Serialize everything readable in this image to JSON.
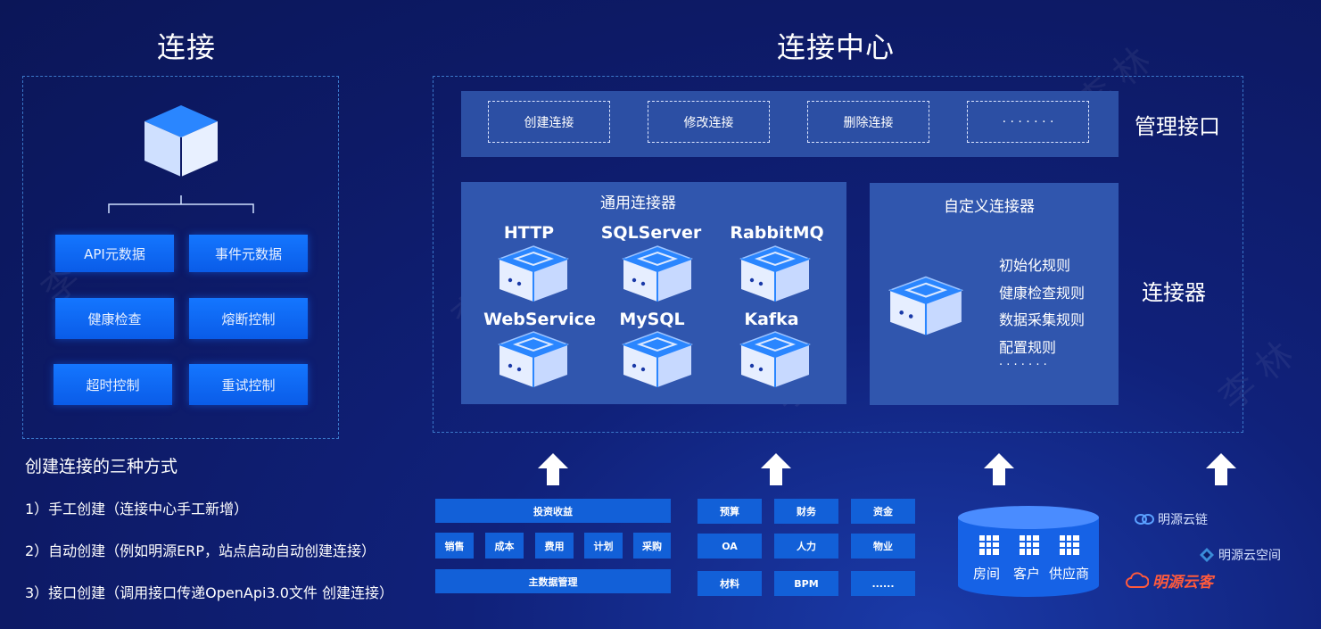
{
  "left": {
    "title": "连接",
    "buttons": [
      "API元数据",
      "事件元数据",
      "健康检查",
      "熔断控制",
      "超时控制",
      "重试控制"
    ]
  },
  "center": {
    "title": "连接中心",
    "mgmt_label": "管理接口",
    "mgmt_buttons": [
      "创建连接",
      "修改连接",
      "删除连接",
      "· · · · · · ·"
    ],
    "general": {
      "title": "通用连接器",
      "connectors": [
        "HTTP",
        "SQLServer",
        "RabbitMQ",
        "WebService",
        "MySQL",
        "Kafka"
      ]
    },
    "custom": {
      "title": "自定义连接器",
      "rules": [
        "初始化规则",
        "健康检查规则",
        "数据采集规则",
        "配置规则",
        "· · · · · · ·"
      ]
    },
    "connector_label": "连接器"
  },
  "howto": {
    "title": "创建连接的三种方式",
    "items": [
      "1）手工创建（连接中心手工新增）",
      "2）自动创建（例如明源ERP，站点启动自动创建连接）",
      "3）接口创建（调用接口传递OpenApi3.0文件 创建连接）"
    ]
  },
  "systems": {
    "group1": {
      "top": "投资收益",
      "middle": [
        "销售",
        "成本",
        "费用",
        "计划",
        "采购"
      ],
      "bottom": "主数据管理"
    },
    "group2": [
      "预算",
      "财务",
      "资金",
      "OA",
      "人力",
      "物业",
      "材料",
      "BPM",
      "......"
    ],
    "group3": [
      "房间",
      "客户",
      "供应商"
    ],
    "brands": [
      "明源云链",
      "明源云空间",
      "明源云客"
    ]
  },
  "colors": {
    "background": "#0d1a66",
    "button_blue": "#1260d8",
    "panel": "#3056ae",
    "dashed_border": "#3b78c9"
  }
}
